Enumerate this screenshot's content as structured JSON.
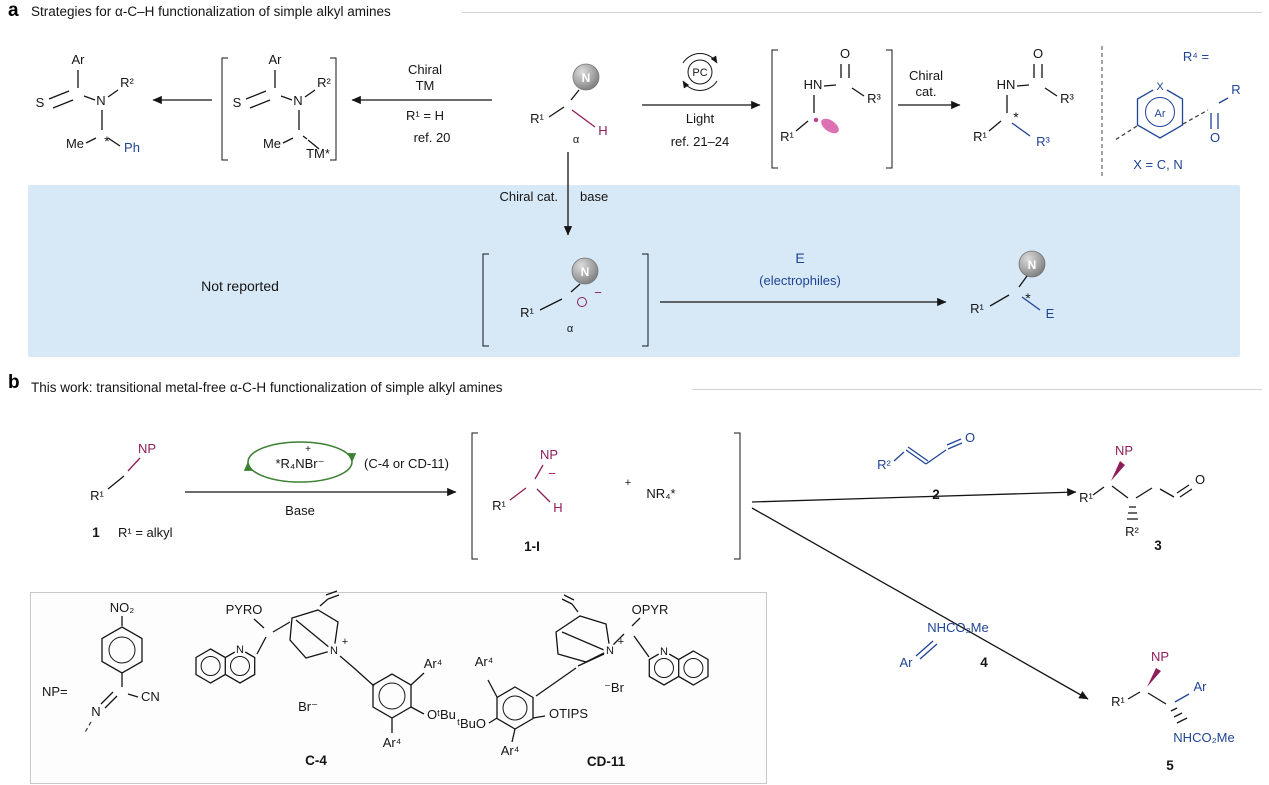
{
  "colors": {
    "maroon_accent": "#8e1e5a",
    "navy_accent": "#1f4496",
    "green_cycle": "#3c8031",
    "highlight_box_blue": "#d7e8f6",
    "pink_radical_lobe": "#d863ab",
    "nitrogen_sphere_gray": "#9a9a9a"
  },
  "panel_a": {
    "label": "a",
    "title": "Strategies for α-C–H functionalization of simple alkyl amines",
    "thioamide_product": {
      "S": "S",
      "Ar": "Ar",
      "N": "N",
      "R2": "R²",
      "Me": "Me",
      "star": "*",
      "Ph": "Ph"
    },
    "thioamide_tm": {
      "S": "S",
      "Ar": "Ar",
      "N": "N",
      "R2": "R²",
      "Me": "Me",
      "TM": "TM*"
    },
    "tm_arrow": {
      "line1": "Chiral",
      "line2": "TM",
      "condition": "R¹ = H",
      "ref": "ref. 20"
    },
    "substrate": {
      "R1": "R¹",
      "N": "N",
      "H": "H",
      "alpha": "α"
    },
    "photo_arrow": {
      "pc": "PC",
      "light": "Light",
      "ref": "ref. 21–24"
    },
    "radical_intermediate": {
      "O": "O",
      "HN": "HN",
      "R3": "R³",
      "R1": "R¹"
    },
    "chiral_cat_arrow": {
      "line1": "Chiral",
      "line2": "cat."
    },
    "amide_product": {
      "O": "O",
      "HN": "HN",
      "R3": "R³",
      "R1": "R¹",
      "star": "*",
      "R3_new": "R³"
    },
    "r4_legend": {
      "heading": "R⁴ =",
      "X": "X",
      "Ar": "Ar",
      "x_def": "X = C, N",
      "R": "R",
      "O": "O"
    },
    "anion_route": {
      "cat_label": "Chiral cat.",
      "base_label": "base",
      "not_reported": "Not reported",
      "anion": {
        "R1": "R¹",
        "N": "N",
        "minus": "−",
        "alpha": "α"
      },
      "E": "E",
      "electrophiles": "(electrophiles)",
      "product": {
        "R1": "R¹",
        "N": "N",
        "star": "*",
        "E": "E"
      }
    }
  },
  "panel_b": {
    "label": "b",
    "title": "This work: transitional metal-free α-C-H functionalization of simple alkyl amines",
    "substrate": {
      "NP": "NP",
      "R1": "R¹",
      "number": "1",
      "condition": "R¹ = alkyl"
    },
    "catalytic_arrow": {
      "plus": "+",
      "salt": "*R₄NBr⁻",
      "catalysts": "(C-4 or CD-11)",
      "base": "Base"
    },
    "intermediate": {
      "NP": "NP",
      "R1": "R¹",
      "H": "H",
      "minus": "−",
      "number": "1-I",
      "plus": "+",
      "ammonium": "NR₄*"
    },
    "enal": {
      "R2": "R²",
      "O": "O",
      "number": "2"
    },
    "aldehyde_product": {
      "NP": "NP",
      "R1": "R¹",
      "R2": "R²",
      "O": "O",
      "number": "3"
    },
    "imine": {
      "NH": "NHCO₂Me",
      "Ar": "Ar",
      "number": "4"
    },
    "amine_product": {
      "NP": "NP",
      "R1": "R¹",
      "Ar": "Ar",
      "NH": "NHCO₂Me",
      "number": "5"
    },
    "np_definition": {
      "heading": "NP=",
      "NO2": "NO₂",
      "N": "N",
      "CN": "CN"
    },
    "c4": {
      "PYRO": "PYRO",
      "quinoline_N": "N",
      "N": "N",
      "plus": "+",
      "Br": "Br⁻",
      "Ar4_top": "Ar⁴",
      "OtBu": "OᵗBu",
      "Ar4_bottom": "Ar⁴",
      "label": "C-4"
    },
    "cd11": {
      "OPYR": "OPYR",
      "quinoline_N": "N",
      "N": "N",
      "plus": "+",
      "Br": "⁻Br",
      "Ar4_top": "Ar⁴",
      "tBuO": "ᵗBuO",
      "OTIPS": "OTIPS",
      "Ar4_bottom": "Ar⁴",
      "label": "CD-11"
    }
  }
}
